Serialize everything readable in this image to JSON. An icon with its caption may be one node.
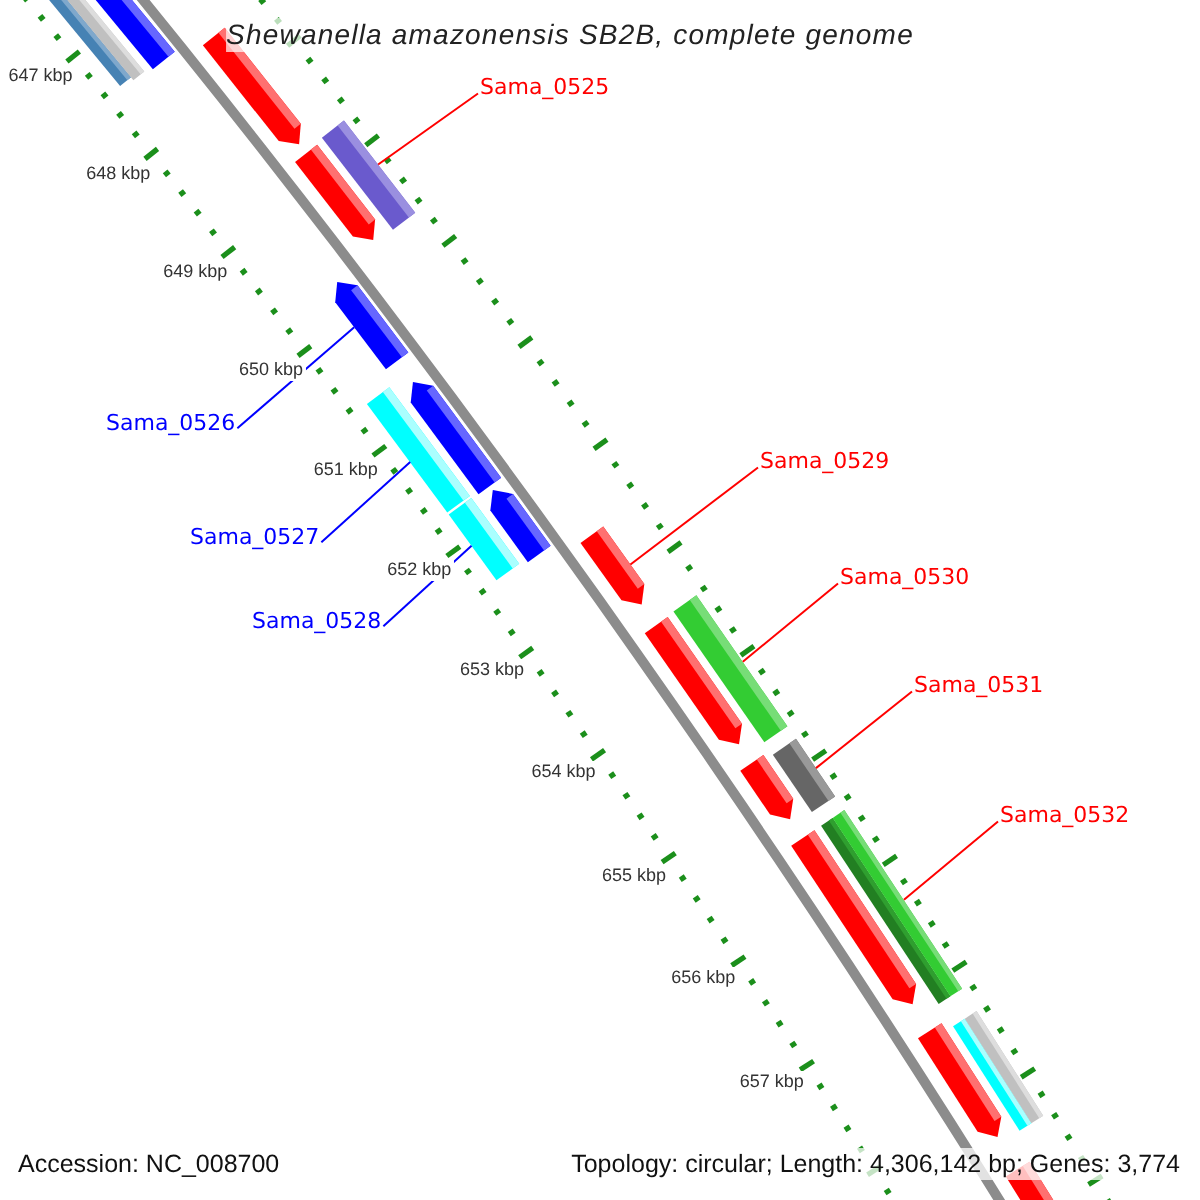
{
  "diagram": {
    "title": "Shewanella amazonensis SB2B, complete genome",
    "nodes": [
      {
        "text": [
          "Sama_0525"
        ]
      },
      {
        "text": [
          "Sama_0526"
        ]
      },
      {
        "text": [
          "Sama_0527"
        ]
      },
      {
        "text": [
          "Sama_0528"
        ]
      },
      {
        "text": [
          "Sama_0529"
        ]
      },
      {
        "text": [
          "Sama_0530"
        ]
      },
      {
        "text": [
          "Sama_0531"
        ]
      },
      {
        "text": [
          "Sama_0532"
        ]
      },
      {
        "text": [],
        "shape": "bar"
      },
      {
        "text": [],
        "shape": "bar"
      },
      {
        "text": [],
        "shape": "bar"
      },
      {
        "text": [],
        "shape": "bar"
      },
      {
        "text": [],
        "shape": "bar"
      },
      {
        "text": [],
        "shape": "bar"
      },
      {
        "text": [],
        "shape": "bar"
      },
      {
        "text": [],
        "shape": "bar"
      }
    ],
    "edges": [
      {
        "from": 0,
        "to": 8,
        "arrow": "none"
      },
      {
        "from": 1,
        "to": 9,
        "arrow": "none",
        "color": "#0000ff"
      },
      {
        "from": 2,
        "to": 10,
        "arrow": "none",
        "color": "#0000ff"
      },
      {
        "from": 3,
        "to": 11,
        "arrow": "none",
        "color": "#0000ff"
      },
      {
        "from": 4,
        "to": 12,
        "arrow": "none"
      },
      {
        "from": 5,
        "to": 13,
        "arrow": "none"
      },
      {
        "from": 6,
        "to": 14,
        "arrow": "none"
      },
      {
        "from": 7,
        "to": 15,
        "arrow": "none"
      }
    ],
    "labels": [
      "647 kbp",
      "648 kbp",
      "649 kbp",
      "650 kbp",
      "651 kbp",
      "652 kbp",
      "653 kbp",
      "654 kbp",
      "655 kbp",
      "656 kbp",
      "657 kbp",
      "Accession: NC_008700",
      "Topology: circular; Length: 4,306,142 bp; Genes: 3,774"
    ]
  }
}
